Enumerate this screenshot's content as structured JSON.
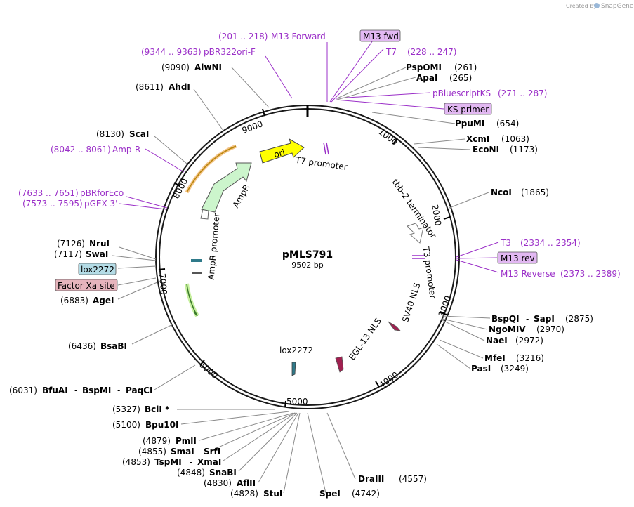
{
  "header": {
    "created_by": "Created by",
    "brand": "SnapGene"
  },
  "plasmid": {
    "name": "pMLS791",
    "size": "9502 bp"
  },
  "ticks": [
    "9000",
    "1000",
    "2000",
    "3000",
    "4000",
    "5000",
    "6000",
    "7000",
    "8000"
  ],
  "features": [
    {
      "label": "ori",
      "color": "#ffff00"
    },
    {
      "label": "T7 promoter"
    },
    {
      "label": "tbb-2 terminator"
    },
    {
      "label": "T3 promoter"
    },
    {
      "label": "SV40 NLS"
    },
    {
      "label": "EGL-13 NLS"
    },
    {
      "label": "lox2272"
    },
    {
      "label": "AmpR promoter"
    },
    {
      "label": "AmpR",
      "color": "#ccf5cc"
    }
  ],
  "primers": [
    {
      "pos": "(201 .. 218)",
      "name": "M13 Forward"
    },
    {
      "pos": "(9344 .. 9363)",
      "name": "pBR322ori-F"
    },
    {
      "pos": "(228 .. 247)",
      "name": "T7"
    },
    {
      "pos": "(271 .. 287)",
      "name": "pBluescriptKS"
    },
    {
      "pos": "(8042 .. 8061)",
      "name": "Amp-R"
    },
    {
      "pos": "(7633 .. 7651)",
      "name": "pBRforEco"
    },
    {
      "pos": "(7573 .. 7595)",
      "name": "pGEX 3'"
    },
    {
      "pos": "(2334 .. 2354)",
      "name": "T3"
    },
    {
      "pos": "(2373 .. 2389)",
      "name": "M13 Reverse"
    }
  ],
  "boxed_labels": [
    {
      "name": "M13 fwd",
      "color": "#e2b8f2"
    },
    {
      "name": "KS primer",
      "color": "#e2b8f2"
    },
    {
      "name": "M13 rev",
      "color": "#e2b8f2"
    },
    {
      "name": "lox2272",
      "color": "#b4dce6"
    },
    {
      "name": "Factor Xa site",
      "color": "#e6b4bc"
    }
  ],
  "enzymes_right": [
    {
      "name": "PspOMI",
      "pos": "(261)"
    },
    {
      "name": "ApaI",
      "pos": "(265)"
    },
    {
      "name": "PpuMI",
      "pos": "(654)"
    },
    {
      "name": "XcmI",
      "pos": "(1063)"
    },
    {
      "name": "EcoNI",
      "pos": "(1173)"
    },
    {
      "name": "NcoI",
      "pos": "(1865)"
    },
    {
      "name": "BspQI",
      "name2": "SapI",
      "pos": "(2875)"
    },
    {
      "name": "NgoMIV",
      "pos": "(2970)"
    },
    {
      "name": "NaeI",
      "pos": "(2972)"
    },
    {
      "name": "MfeI",
      "pos": "(3216)"
    },
    {
      "name": "PasI",
      "pos": "(3249)"
    },
    {
      "name": "DraIII",
      "pos": "(4557)"
    },
    {
      "name": "SpeI",
      "pos": "(4742)"
    }
  ],
  "enzymes_left": [
    {
      "pos": "(9090)",
      "name": "AlwNI"
    },
    {
      "pos": "(8611)",
      "name": "AhdI"
    },
    {
      "pos": "(8130)",
      "name": "ScaI"
    },
    {
      "pos": "(7126)",
      "name": "NruI"
    },
    {
      "pos": "(7117)",
      "name": "SwaI"
    },
    {
      "pos": "(6883)",
      "name": "AgeI"
    },
    {
      "pos": "(6436)",
      "name": "BsaBI"
    },
    {
      "pos": "(6031)",
      "name": "BfuAI",
      "name2": "BspMI",
      "name3": "PaqCI"
    },
    {
      "pos": "(5327)",
      "name": "BclI *"
    },
    {
      "pos": "(5100)",
      "name": "Bpu10I"
    },
    {
      "pos": "(4879)",
      "name": "PmlI"
    },
    {
      "pos": "(4855)",
      "name": "SmaI",
      "name2": "SrfI"
    },
    {
      "pos": "(4853)",
      "name": "TspMI",
      "name2": "XmaI"
    },
    {
      "pos": "(4848)",
      "name": "SnaBI"
    },
    {
      "pos": "(4830)",
      "name": "AflII"
    },
    {
      "pos": "(4828)",
      "name": "StuI"
    }
  ]
}
